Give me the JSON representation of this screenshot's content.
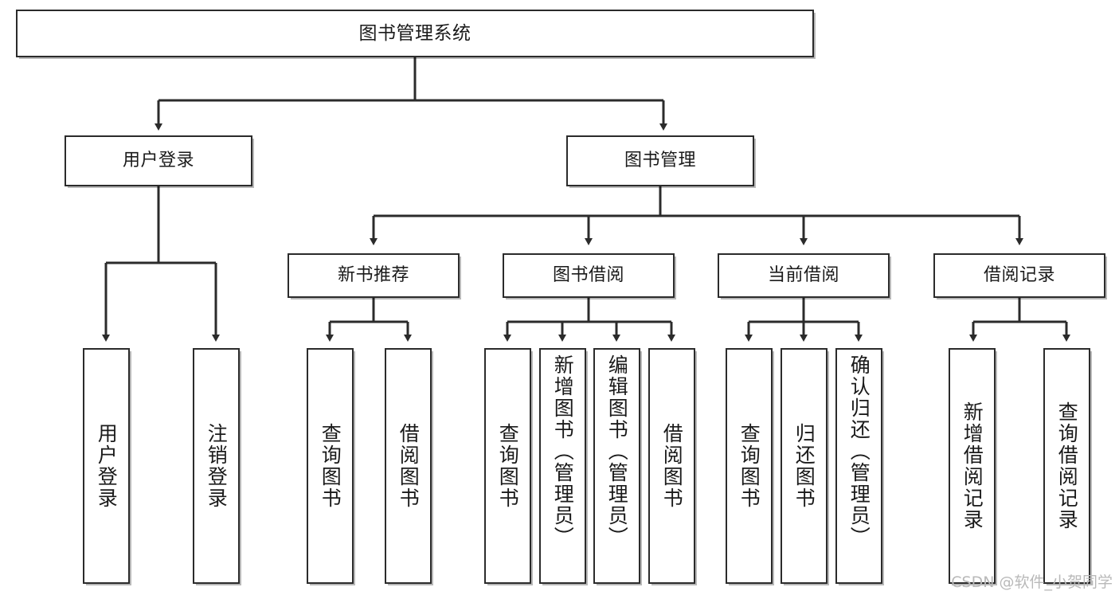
{
  "diagram": {
    "title": "图书管理系统",
    "type": "tree-hierarchy-chart",
    "watermark": "CSDN @软件_小贺同学",
    "colors": {
      "box_border": "#2b2b2b",
      "box_fill": "#ffffff",
      "connector": "#2b2b2b",
      "text": "#1a1a1a",
      "watermark": "#b9b9b9",
      "background": "#ffffff"
    },
    "nodes": {
      "root": {
        "label": "图书管理系统"
      },
      "level2": [
        {
          "id": "user-login",
          "label": "用户登录"
        },
        {
          "id": "book-management",
          "label": "图书管理"
        }
      ],
      "level3": [
        {
          "id": "new-book-recommend",
          "label": "新书推荐"
        },
        {
          "id": "book-borrow",
          "label": "图书借阅"
        },
        {
          "id": "current-borrow",
          "label": "当前借阅"
        },
        {
          "id": "borrow-record",
          "label": "借阅记录"
        }
      ],
      "leaves": {
        "user-login": [
          {
            "id": "leaf-user-login",
            "label": "用户登录"
          },
          {
            "id": "leaf-logout",
            "label": "注销登录"
          }
        ],
        "new-book-recommend": [
          {
            "id": "leaf-query-book-1",
            "label": "查询图书"
          },
          {
            "id": "leaf-borrow-book-1",
            "label": "借阅图书"
          }
        ],
        "book-borrow": [
          {
            "id": "leaf-query-book-2",
            "label": "查询图书"
          },
          {
            "id": "leaf-add-book",
            "label": "新增图书（管理员）"
          },
          {
            "id": "leaf-edit-book",
            "label": "编辑图书（管理员）"
          },
          {
            "id": "leaf-borrow-book-2",
            "label": "借阅图书"
          }
        ],
        "current-borrow": [
          {
            "id": "leaf-query-book-3",
            "label": "查询图书"
          },
          {
            "id": "leaf-return-book",
            "label": "归还图书"
          },
          {
            "id": "leaf-confirm-return",
            "label": "确认归还（管理员）"
          }
        ],
        "borrow-record": [
          {
            "id": "leaf-add-record",
            "label": "新增借阅记录"
          },
          {
            "id": "leaf-query-record",
            "label": "查询借阅记录"
          }
        ]
      }
    }
  }
}
